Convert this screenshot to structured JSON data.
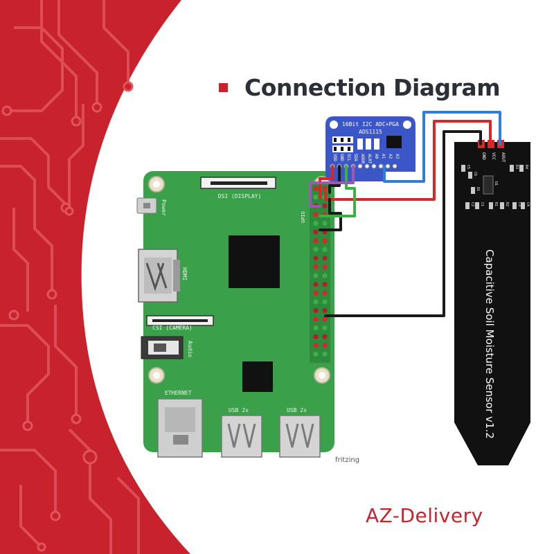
{
  "header": {
    "title": "Connection Diagram"
  },
  "brand": {
    "name": "AZ-Delivery"
  },
  "watermark": "fritzing",
  "raspberry_pi": {
    "labels": {
      "dsi": "DSI (DISPLAY)",
      "csi": "CSI (CAMERA)",
      "hdmi": "HDMI",
      "power": "Power",
      "audio": "Audio",
      "gpio": "GPIO",
      "ethernet": "ETHERNET",
      "usb1": "USB 2x",
      "usb2": "USB 2x"
    }
  },
  "adc_module": {
    "title": "16Bit I2C ADC+PGA",
    "part": "ADS1115",
    "pins": [
      "VDD",
      "GND",
      "SCL",
      "SDA",
      "ADDR",
      "ALRT",
      "A0",
      "A1",
      "A2",
      "A3"
    ]
  },
  "sensor": {
    "title": "Capacitive Soil Moisture Sensor v1.2",
    "pins": [
      "GND",
      "VCC",
      "AOUT"
    ],
    "component_labels": [
      "R3",
      "R4",
      "C5",
      "C6",
      "U1",
      "C2",
      "C1",
      "R1",
      "R2",
      "C3",
      "C4",
      "Q1"
    ]
  },
  "colors": {
    "accent_red": "#c8232c",
    "pcb_green": "#3aa14a",
    "adc_blue": "#3b57c7",
    "wire_blue": "#2f7fd9",
    "wire_red": "#d62828",
    "wire_black": "#1a1a1a",
    "wire_green": "#3cb043",
    "wire_purple": "#9b59b6"
  }
}
